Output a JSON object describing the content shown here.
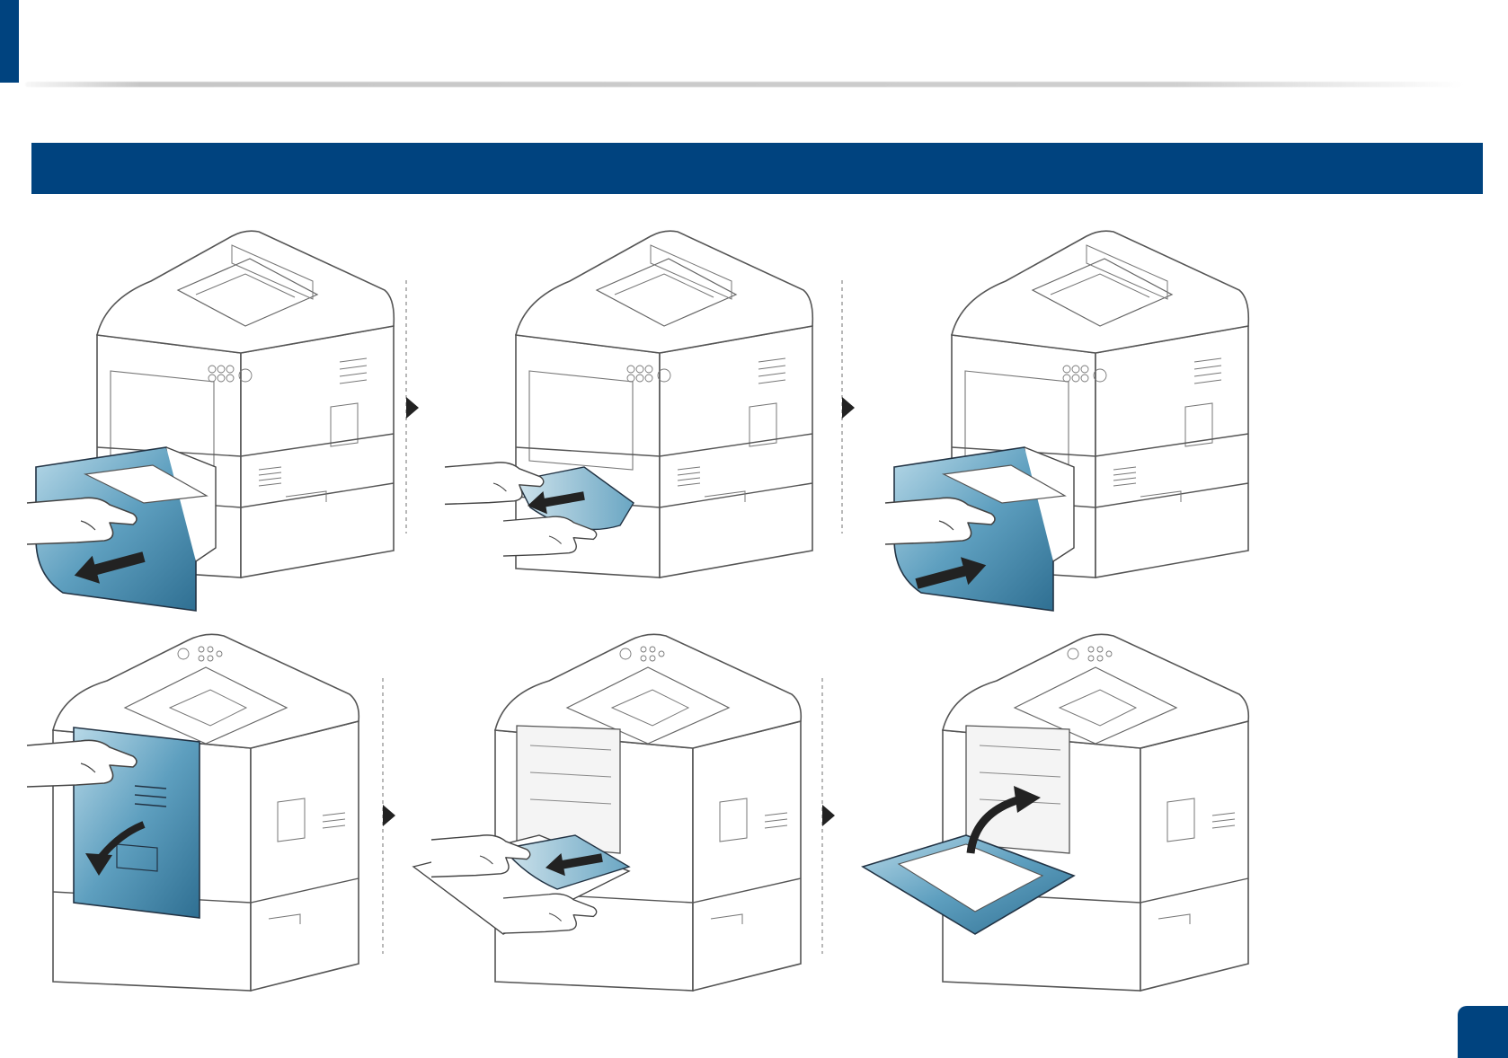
{
  "header": {
    "title": ""
  },
  "section": {
    "title": ""
  },
  "steps": [
    {
      "row": 1,
      "action": "pull-out-tray"
    },
    {
      "row": 1,
      "action": "remove-jammed-paper"
    },
    {
      "row": 1,
      "action": "insert-tray"
    },
    {
      "row": 2,
      "action": "open-rear-cover"
    },
    {
      "row": 2,
      "action": "remove-jammed-paper-rear"
    },
    {
      "row": 2,
      "action": "close-rear-cover"
    }
  ],
  "footer": {
    "page_number": ""
  },
  "colors": {
    "brand": "#00437f",
    "accent_part": "#3f86a8",
    "line": "#555555"
  }
}
